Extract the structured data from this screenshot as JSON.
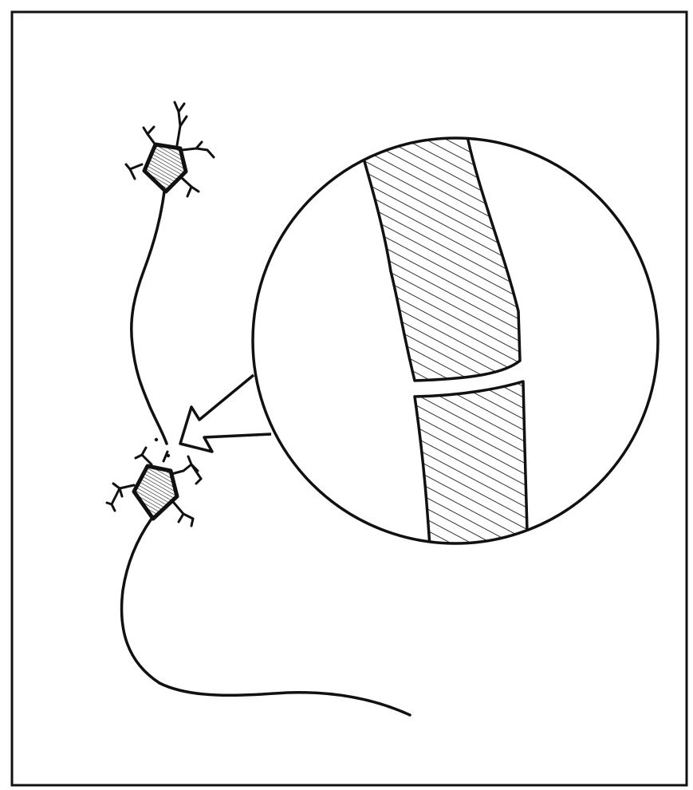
{
  "figure": {
    "ink_color": "#111111",
    "paper_color": "#ffffff",
    "hatch_color": "#1a1a1a",
    "elements": {
      "upper_neuron": "neuron-cell-body",
      "lower_neuron": "neuron-cell-body",
      "magnifier": "magnified-synapse-view",
      "pointer": "callout-arrow"
    }
  }
}
